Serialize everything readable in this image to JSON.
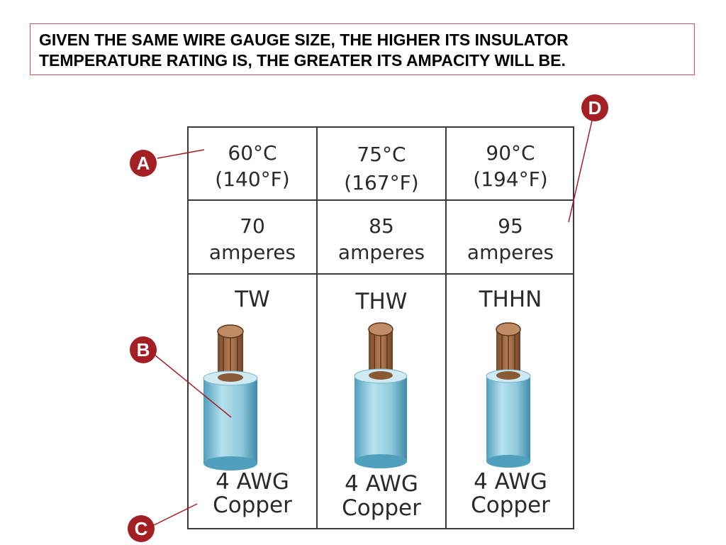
{
  "headline": {
    "line1": "GIVEN THE SAME WIRE GAUGE SIZE, THE HIGHER  ITS INSULATOR",
    "line2": "TEMPERATURE RATING IS, THE GREATER ITS AMPACITY WILL BE."
  },
  "columns": [
    {
      "temp_c": "60°C",
      "temp_f": "(140°F)",
      "amps": "70",
      "amps_unit": "amperes",
      "type": "TW",
      "size": "4 AWG",
      "material": "Copper"
    },
    {
      "temp_c": "75°C",
      "temp_f": "(167°F)",
      "amps": "85",
      "amps_unit": "amperes",
      "type": "THW",
      "size": "4 AWG",
      "material": "Copper"
    },
    {
      "temp_c": "90°C",
      "temp_f": "(194°F)",
      "amps": "95",
      "amps_unit": "amperes",
      "type": "THHN",
      "size": "4 AWG",
      "material": "Copper"
    }
  ],
  "callouts": {
    "a": "A",
    "b": "B",
    "c": "C",
    "d": "D"
  },
  "colors": {
    "callout": "#a31f24",
    "insulation": "#8ec9dd",
    "copper": "#a8714a",
    "frame": "#3a3a3a",
    "headline_border": "#d9534f"
  }
}
